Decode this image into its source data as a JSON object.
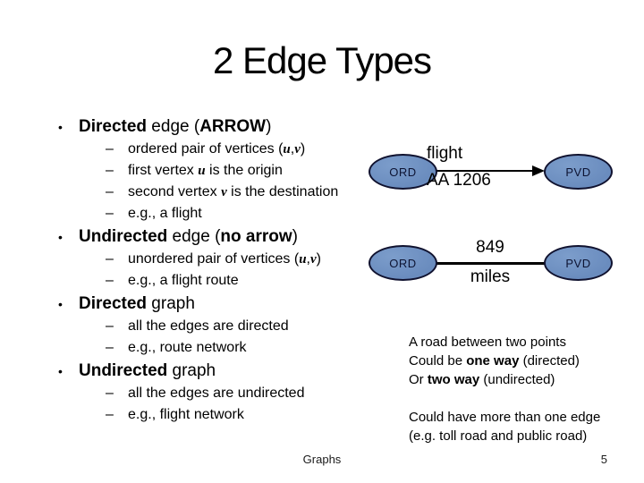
{
  "title": "2 Edge Types",
  "markers": {
    "bullet": "•",
    "dash": "–"
  },
  "bullets": {
    "b1": {
      "head": {
        "b1": "Directed",
        "r1": " edge (",
        "b2": "ARROW",
        "r2": ")"
      },
      "s1": {
        "r1": "ordered pair of vertices (",
        "i1": "u",
        "r2": ",",
        "i2": "v",
        "r3": ")"
      },
      "s2": {
        "r1": "first vertex ",
        "i1": "u",
        "r2": " is the origin"
      },
      "s3": {
        "r1": "second vertex ",
        "i1": "v",
        "r2": " is the destination"
      },
      "s4": {
        "r1": "e.g., a flight"
      }
    },
    "b2": {
      "head": {
        "b1": "Undirected",
        "r1": " edge (",
        "b2": "no arrow",
        "r2": ")"
      },
      "s1": {
        "r1": "unordered pair of vertices (",
        "i1": "u",
        "r2": ",",
        "i2": "v",
        "r3": ")"
      },
      "s2": {
        "r1": "e.g., a flight route"
      }
    },
    "b3": {
      "head": {
        "b1": "Directed",
        "r1": " graph"
      },
      "s1": {
        "r1": "all the edges are directed"
      },
      "s2": {
        "r1": "e.g., route network"
      }
    },
    "b4": {
      "head": {
        "b1": "Undirected",
        "r1": " graph"
      },
      "s1": {
        "r1": "all the edges are undirected"
      },
      "s2": {
        "r1": "e.g., flight network"
      }
    }
  },
  "diagram_directed": {
    "from": "ORD",
    "to": "PVD",
    "label1": "flight",
    "label2": "AA 1206"
  },
  "diagram_undirected": {
    "from": "ORD",
    "to": "PVD",
    "label1": "849",
    "label2": "miles"
  },
  "note": {
    "l1": "A road between two points",
    "l2a": "Could be ",
    "l2b": "one way",
    "l2c": " (directed)",
    "l3a": "Or ",
    "l3b": "two way",
    "l3c": " (undirected)",
    "l4": "Could have more than one edge",
    "l5": "(e.g. toll road and public road)"
  },
  "footer": {
    "center": "Graphs",
    "page": "5"
  },
  "colors": {
    "node_fill": "#6a8cbe",
    "node_border": "#10122f",
    "node_text": "#0d1433",
    "edge": "#000000"
  }
}
